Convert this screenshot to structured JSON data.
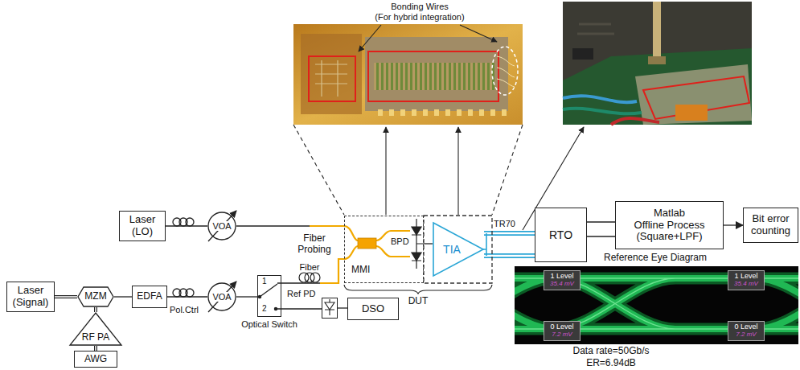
{
  "diagram": {
    "nodes": [
      {
        "text": [
          "Laser (LO)"
        ]
      },
      {
        "text": [
          "VOA"
        ]
      },
      {
        "text": [
          "MMI",
          "BPD"
        ]
      },
      {
        "text": [
          "TIA"
        ]
      },
      {
        "text": [
          "RTO"
        ]
      },
      {
        "text": [
          "Matlab",
          "Offline Process",
          "(Square+LPF)"
        ]
      },
      {
        "text": [
          "Bit error counting"
        ]
      },
      {
        "text": [
          "1 Level",
          "35.4 mV"
        ]
      },
      {
        "text": [
          "1 Level",
          "35.4 mV"
        ]
      },
      {
        "text": [
          "0 Level",
          "7.2 mV"
        ]
      },
      {
        "text": [
          "0 Level",
          "7.2 mV"
        ]
      },
      {
        "text": [
          "Laser (Signal)"
        ]
      },
      {
        "text": [
          "MZM"
        ]
      },
      {
        "text": [
          "EDFA"
        ]
      },
      {
        "text": [
          "VOA"
        ]
      },
      {
        "text": [
          "1",
          "2"
        ]
      },
      {
        "text": [
          "Ref PD"
        ]
      },
      {
        "text": [
          "DSO"
        ]
      },
      {
        "text": [
          "RF PA"
        ]
      },
      {
        "text": [
          "AWG"
        ]
      }
    ],
    "edges": [
      {
        "from": 0,
        "to": 1,
        "arrow": "none"
      },
      {
        "from": 1,
        "to": 2,
        "arrow": "none"
      },
      {
        "from": 2,
        "to": 3,
        "arrow": "none"
      },
      {
        "from": 3,
        "to": 4,
        "arrow": "none"
      },
      {
        "from": 3,
        "to": 4,
        "arrow": "none"
      },
      {
        "from": 4,
        "to": 5,
        "arrow": "none"
      },
      {
        "from": 4,
        "to": 5,
        "arrow": "none"
      },
      {
        "from": 5,
        "to": 6,
        "arrow": "to"
      },
      {
        "from": 11,
        "to": 12,
        "arrow": "none"
      },
      {
        "from": 12,
        "to": 13,
        "arrow": "none"
      },
      {
        "from": 13,
        "to": 14,
        "arrow": "none"
      },
      {
        "from": 14,
        "to": 15,
        "arrow": "none"
      },
      {
        "from": 15,
        "to": 2,
        "arrow": "none"
      },
      {
        "from": 15,
        "to": 16,
        "arrow": "none"
      },
      {
        "from": 16,
        "to": 17,
        "arrow": "none"
      },
      {
        "from": 19,
        "to": 18,
        "arrow": "none"
      },
      {
        "from": 18,
        "to": 12,
        "arrow": "none"
      }
    ],
    "labels": [
      "Bonding Wires",
      "(For hybrid integration)",
      "Fiber Probing",
      "TR70",
      "DUT",
      "Pol.Ctrl",
      "Fiber",
      "Optical Switch",
      "Reference Eye Diagram",
      "Data rate=50Gb/s",
      "ER=6.94dB"
    ]
  }
}
